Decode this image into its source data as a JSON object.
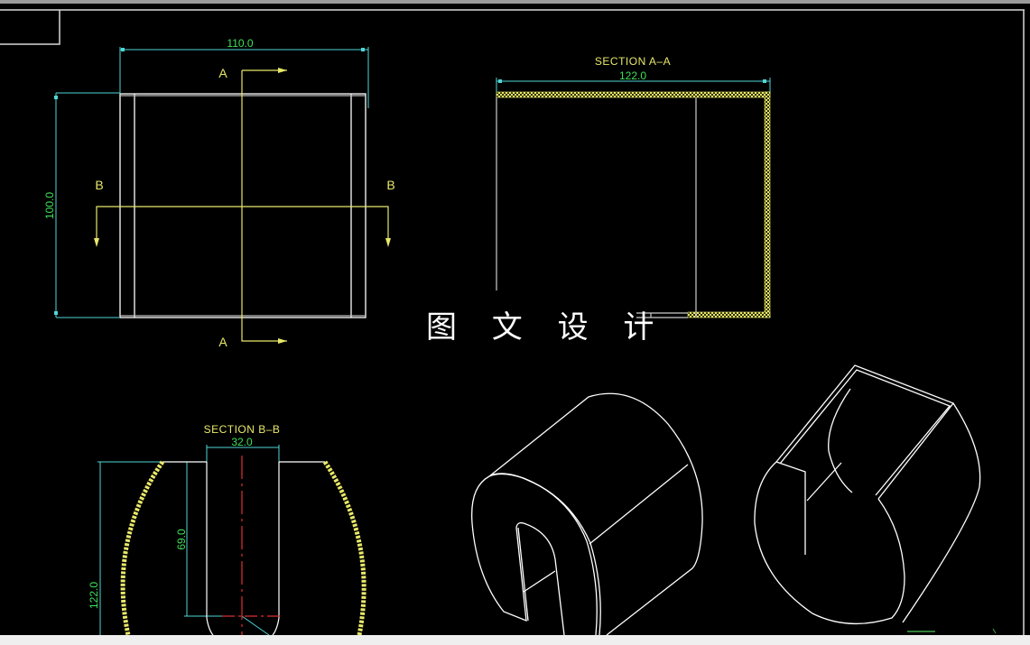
{
  "window": {
    "frame_colors": {
      "top_bar": "#9a9a9a",
      "bottom_bar": "#efefef",
      "canvas_bg": "#000000"
    }
  },
  "colors": {
    "geometry": "#ffffff",
    "dimension": "#4fd6d6",
    "dimension_text": "#3ee05a",
    "section_marks": "#e8e86a",
    "hatch": "#e8e86a",
    "centerline": "#e03030"
  },
  "top_view": {
    "width_dim": "110.0",
    "height_dim": "100.0",
    "section_a_top": "A",
    "section_a_bottom": "A",
    "section_b_left": "B",
    "section_b_right": "B"
  },
  "section_aa": {
    "title": "SECTION A–A",
    "width_dim": "122.0"
  },
  "section_bb": {
    "title": "SECTION B–B",
    "slot_width_dim": "32.0",
    "slot_depth_dim": "69.0",
    "height_dim": "122.0"
  },
  "watermark": {
    "text": "图 文 设 计"
  },
  "isometric_views": [
    {
      "name": "iso-view-left",
      "description": "cylinder with slot, front"
    },
    {
      "name": "iso-view-right",
      "description": "cylinder with slot, top"
    }
  ]
}
